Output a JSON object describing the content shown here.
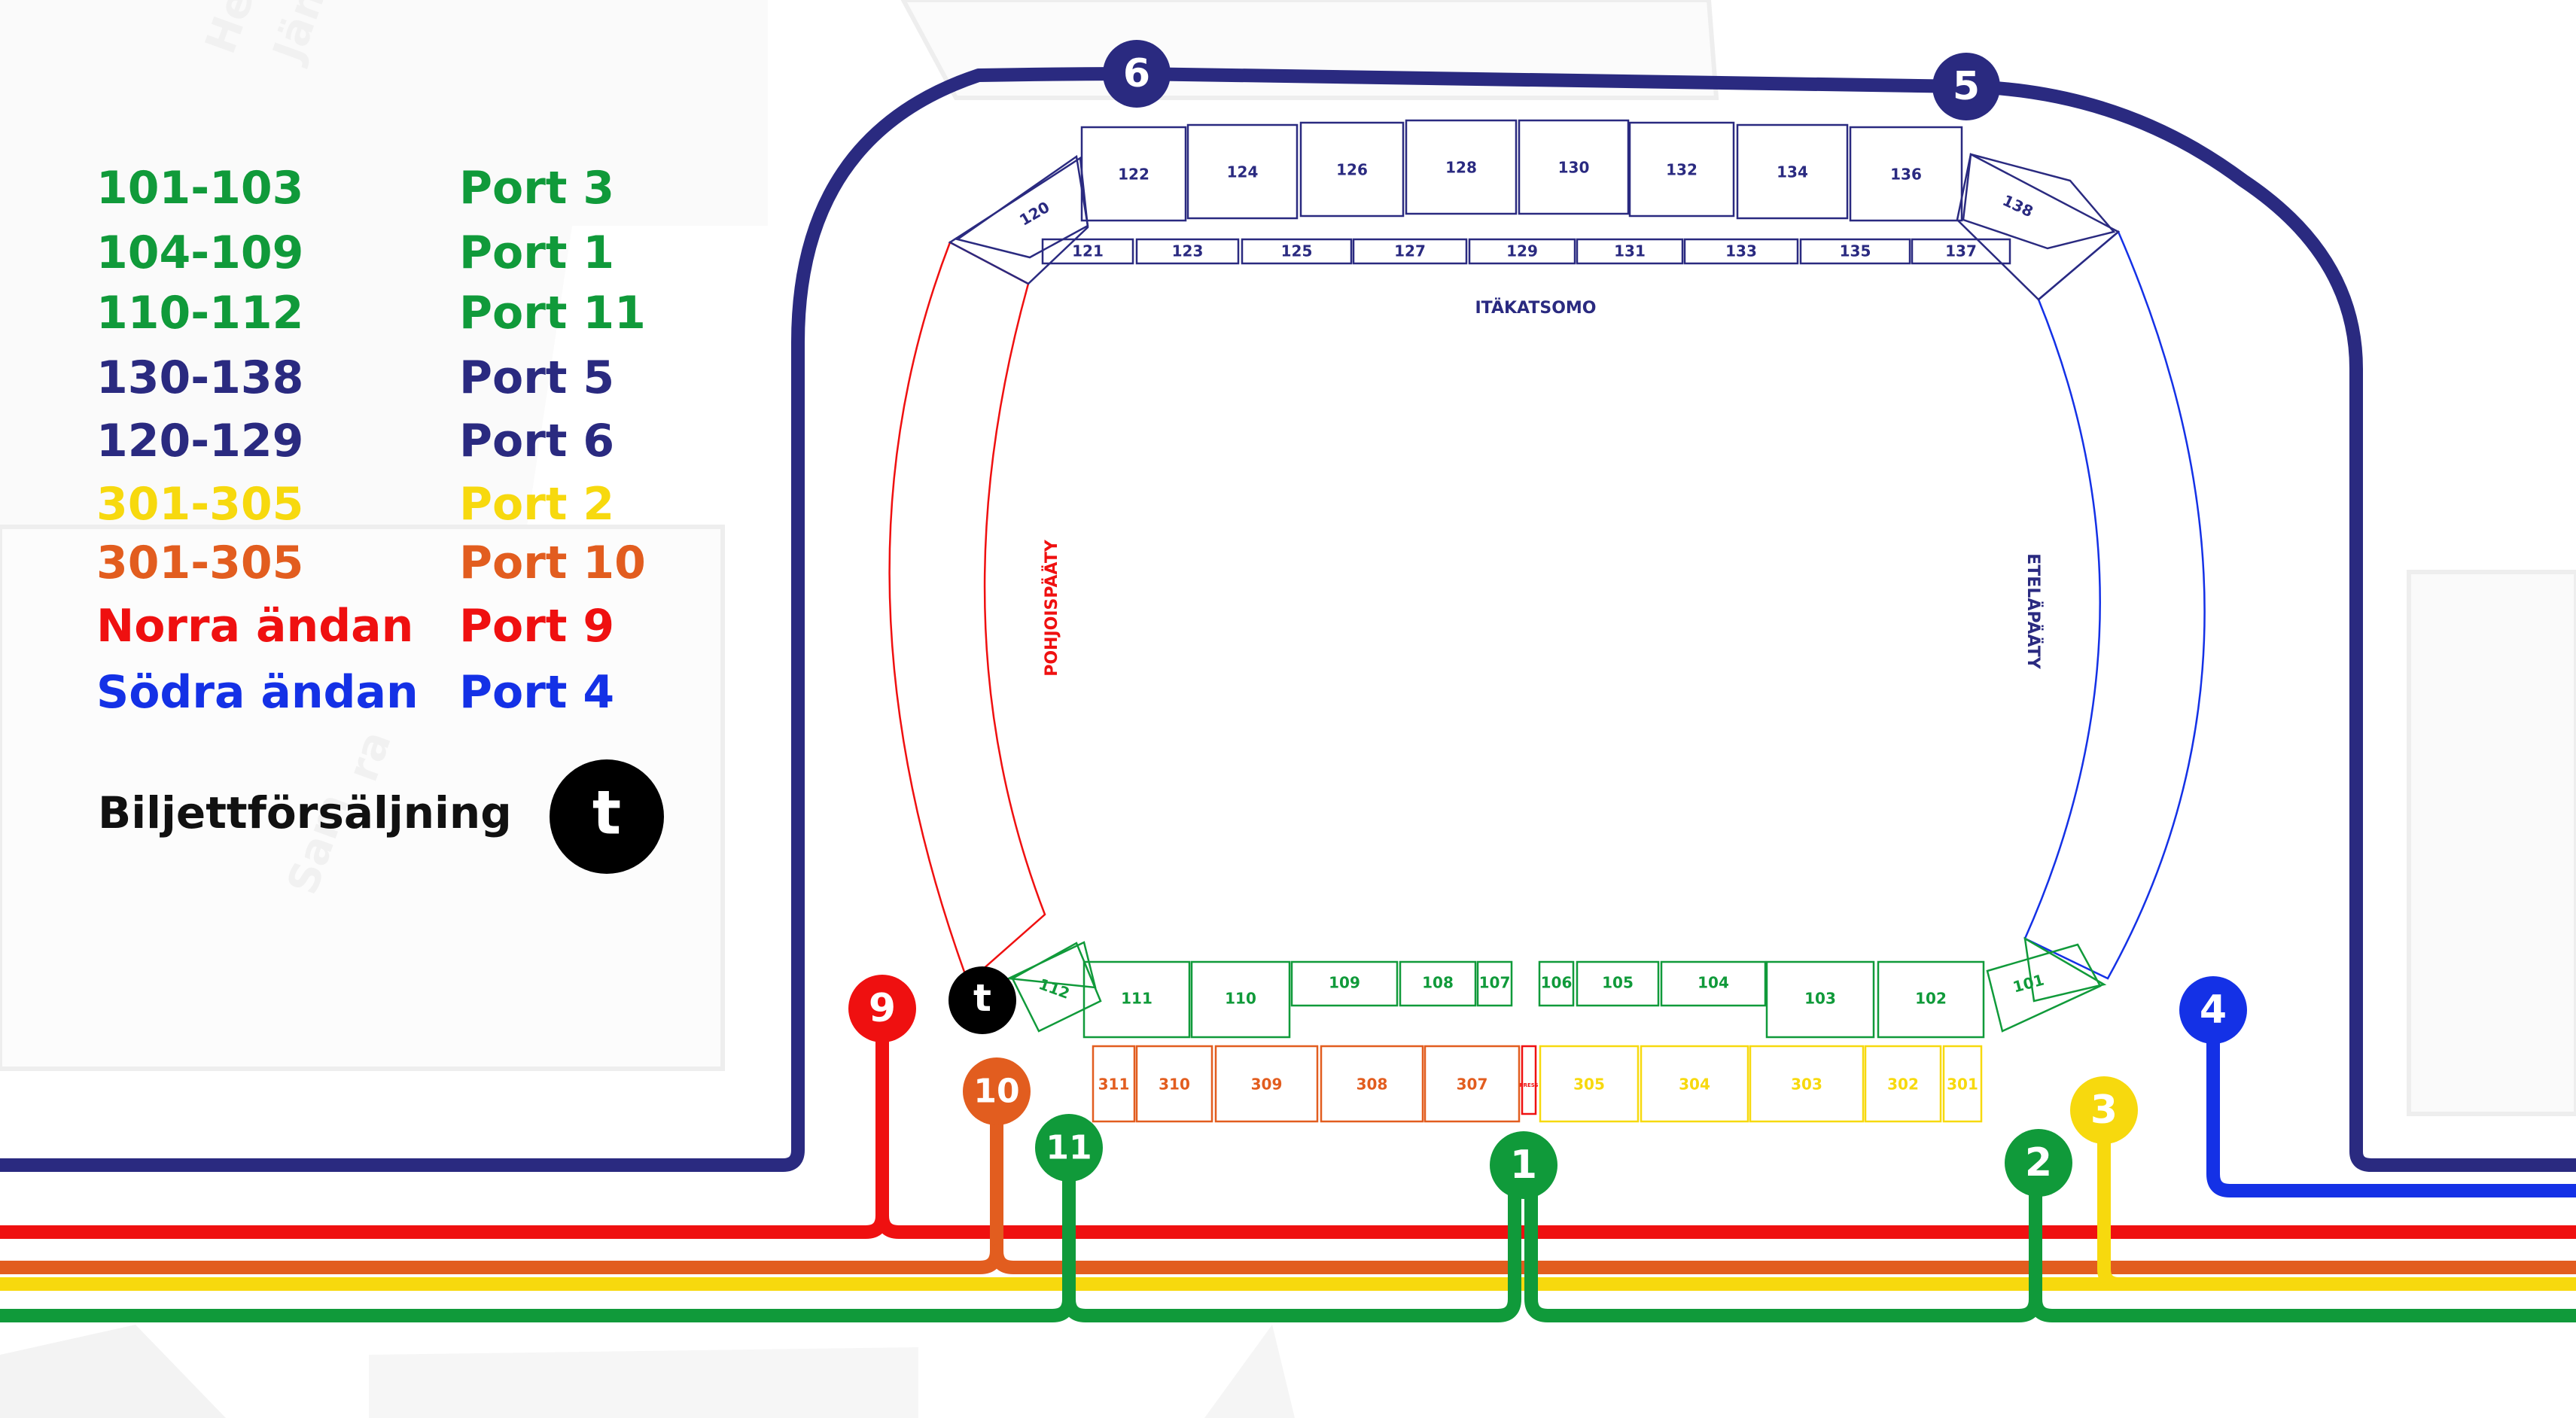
{
  "colors": {
    "green": "#109a3a",
    "navy": "#2a2a80",
    "yellow": "#f7d90e",
    "orange": "#e25d1f",
    "red": "#ef1010",
    "blue": "#1431e6",
    "black": "#000000",
    "street_gray": "#f1f1f1"
  },
  "legend": [
    {
      "sections": "101-103",
      "port": "Port 3",
      "color": "#109a3a"
    },
    {
      "sections": "104-109",
      "port": "Port 1",
      "color": "#109a3a"
    },
    {
      "sections": "110-112",
      "port": "Port 11",
      "color": "#109a3a"
    },
    {
      "sections": "130-138",
      "port": "Port 5",
      "color": "#2a2a80"
    },
    {
      "sections": "120-129",
      "port": "Port 6",
      "color": "#2a2a80"
    },
    {
      "sections": "301-305",
      "port": "Port 2",
      "color": "#f7d90e"
    },
    {
      "sections": "301-305",
      "port": "Port 10",
      "color": "#e25d1f"
    },
    {
      "sections": "Norra ändan",
      "port": "Port 9",
      "color": "#ef1010"
    },
    {
      "sections": "Södra ändan",
      "port": "Port 4",
      "color": "#1431e6"
    }
  ],
  "ticket_sales": {
    "label": "Biljettförsäljning",
    "icon": "t"
  },
  "stands": {
    "east": "ITÄKATSOMO",
    "north": "POHJOISPÄÄTY",
    "south": "ETELÄPÄÄTY"
  },
  "streets": [
    "Hel",
    "Jän",
    "Sam",
    "ra"
  ],
  "gates": [
    {
      "num": "1",
      "color": "#109a3a"
    },
    {
      "num": "2",
      "color": "#109a3a"
    },
    {
      "num": "3",
      "color": "#f7d90e"
    },
    {
      "num": "4",
      "color": "#1431e6"
    },
    {
      "num": "5",
      "color": "#2a2a80"
    },
    {
      "num": "6",
      "color": "#2a2a80"
    },
    {
      "num": "9",
      "color": "#ef1010"
    },
    {
      "num": "10",
      "color": "#e25d1f"
    },
    {
      "num": "11",
      "color": "#109a3a"
    }
  ],
  "sections_top_outer": [
    "120",
    "122",
    "124",
    "126",
    "128",
    "130",
    "132",
    "134",
    "136",
    "138"
  ],
  "sections_top_inner": [
    "121",
    "123",
    "125",
    "127",
    "129",
    "131",
    "133",
    "135",
    "137"
  ],
  "sections_bottom": [
    "112",
    "111",
    "110",
    "109",
    "108",
    "107",
    "106",
    "105",
    "104",
    "103",
    "102",
    "101"
  ],
  "sections_300": [
    "311",
    "310",
    "309",
    "308",
    "307",
    "PRESS",
    "305",
    "304",
    "303",
    "302",
    "301"
  ]
}
